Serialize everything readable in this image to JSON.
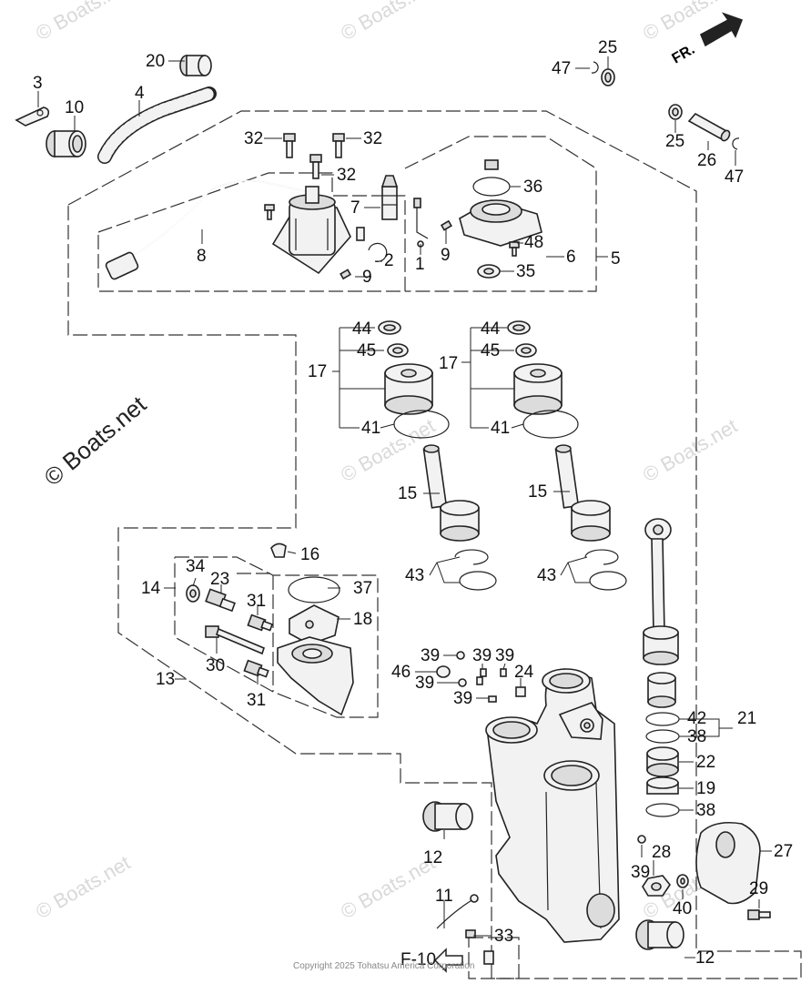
{
  "diagram": {
    "copyright": "Copyright 2025 Tohatsu America Corporation",
    "direction_label": "FR.",
    "ref_label": "F-10",
    "watermark": "© Boats.net",
    "labels": {
      "p1": "1",
      "p2": "2",
      "p3": "3",
      "p4": "4",
      "p5": "5",
      "p6": "6",
      "p7": "7",
      "p8": "8",
      "p9a": "9",
      "p9b": "9",
      "p10": "10",
      "p11": "11",
      "p12a": "12",
      "p12b": "12",
      "p13": "13",
      "p14": "14",
      "p15a": "15",
      "p15b": "15",
      "p16": "16",
      "p17a": "17",
      "p17b": "17",
      "p18": "18",
      "p19": "19",
      "p20": "20",
      "p21": "21",
      "p22": "22",
      "p23": "23",
      "p24": "24",
      "p25a": "25",
      "p25b": "25",
      "p26": "26",
      "p27": "27",
      "p28": "28",
      "p29": "29",
      "p30": "30",
      "p31a": "31",
      "p31b": "31",
      "p32a": "32",
      "p32b": "32",
      "p32c": "32",
      "p33": "33",
      "p34": "34",
      "p35": "35",
      "p36": "36",
      "p37": "37",
      "p38a": "38",
      "p38b": "38",
      "p39a": "39",
      "p39b": "39",
      "p39c": "39",
      "p39d": "39",
      "p39e": "39",
      "p39f": "39",
      "p40": "40",
      "p41a": "41",
      "p41b": "41",
      "p42": "42",
      "p43a": "43",
      "p43b": "43",
      "p44a": "44",
      "p44b": "44",
      "p45a": "45",
      "p45b": "45",
      "p46": "46",
      "p47a": "47",
      "p47b": "47",
      "p48": "48"
    }
  }
}
